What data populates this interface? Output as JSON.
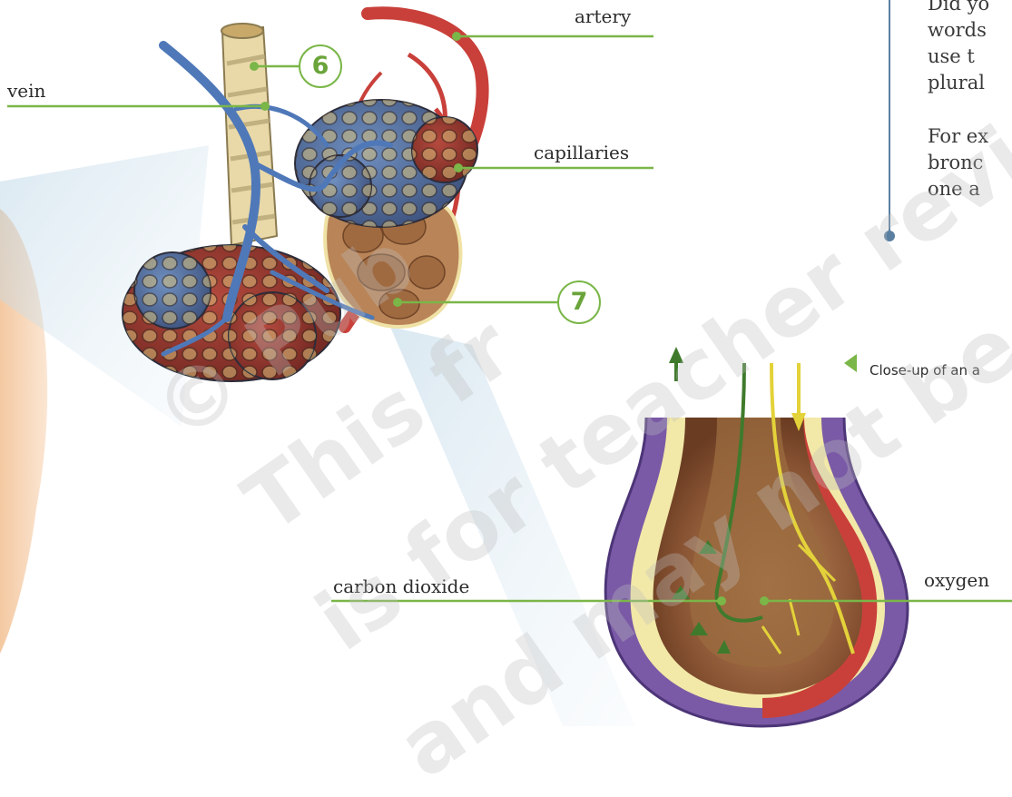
{
  "labels": {
    "vein": "vein",
    "artery": "artery",
    "capillaries": "capillaries",
    "carbon_dioxide": "carbon dioxide",
    "oxygen": "oxygen"
  },
  "badges": {
    "six": "6",
    "seven": "7"
  },
  "caption": "Close-up of an a",
  "note": {
    "lines": [
      "Did yo",
      "words",
      "use t",
      "plural",
      "For ex",
      "bronc",
      "one a"
    ]
  },
  "watermark": [
    "© Pub",
    "This fr",
    "is for teacher review",
    "and may not be copied or"
  ],
  "colors": {
    "accent_green": "#7ab648",
    "artery_red": "#c9403a",
    "vein_blue": "#4f78b8",
    "alveolus_brown": "#9a6a3e",
    "note_line": "#5a7fa0"
  }
}
